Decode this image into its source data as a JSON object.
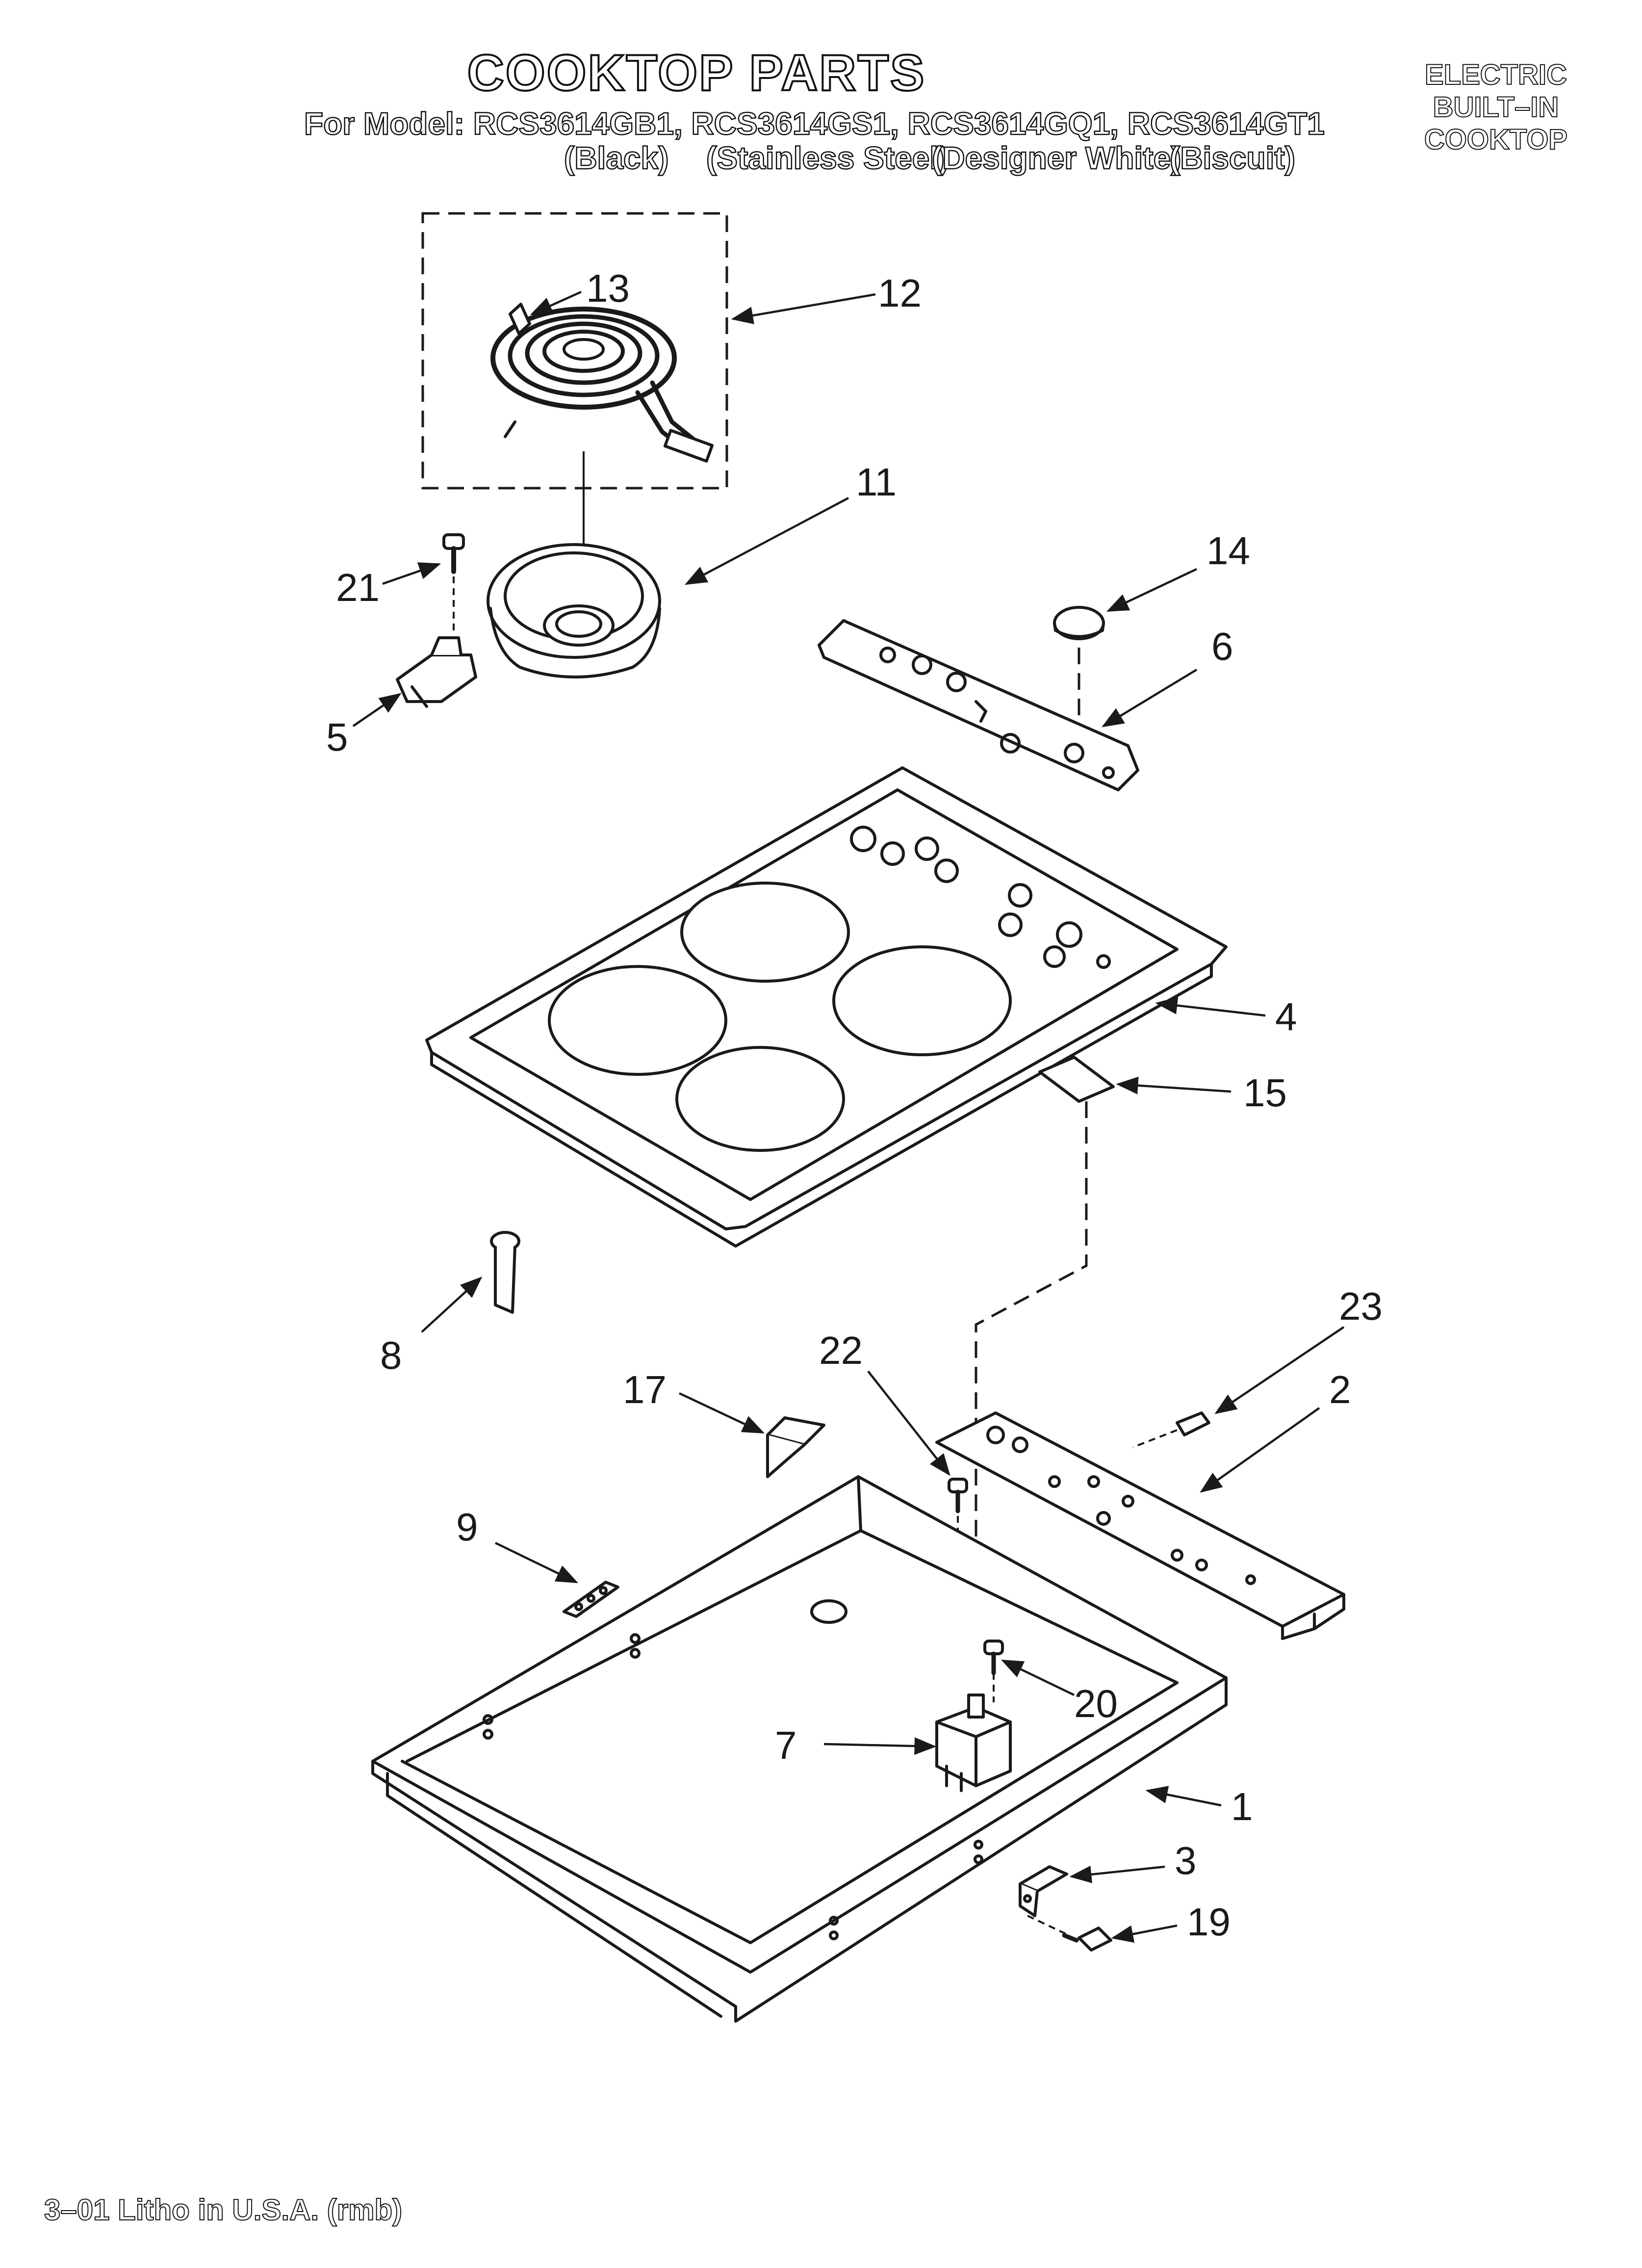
{
  "header": {
    "title": "COOKTOP PARTS",
    "models": "For Model: RCS3614GB1, RCS3614GS1, RCS3614GQ1, RCS3614GT1",
    "variants": [
      "(Black)",
      "(Stainless Steel)",
      "(Designer White)",
      "(Biscuit)"
    ],
    "product_lines": [
      "ELECTRIC",
      "BUILT–IN",
      "COOKTOP"
    ]
  },
  "callouts": [
    {
      "id": "c1",
      "label": "1"
    },
    {
      "id": "c2",
      "label": "2"
    },
    {
      "id": "c3",
      "label": "3"
    },
    {
      "id": "c4",
      "label": "4"
    },
    {
      "id": "c5",
      "label": "5"
    },
    {
      "id": "c6",
      "label": "6"
    },
    {
      "id": "c7",
      "label": "7"
    },
    {
      "id": "c8",
      "label": "8"
    },
    {
      "id": "c9",
      "label": "9"
    },
    {
      "id": "c11",
      "label": "11"
    },
    {
      "id": "c12",
      "label": "12"
    },
    {
      "id": "c13",
      "label": "13"
    },
    {
      "id": "c14",
      "label": "14"
    },
    {
      "id": "c15",
      "label": "15"
    },
    {
      "id": "c17",
      "label": "17"
    },
    {
      "id": "c19",
      "label": "19"
    },
    {
      "id": "c20",
      "label": "20"
    },
    {
      "id": "c21",
      "label": "21"
    },
    {
      "id": "c22",
      "label": "22"
    },
    {
      "id": "c23",
      "label": "23"
    }
  ],
  "footer": {
    "text": "3–01 Litho in U.S.A. (rmb)"
  }
}
